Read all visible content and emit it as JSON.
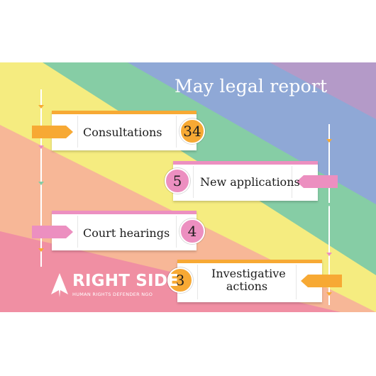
{
  "title": "May legal report",
  "colors": {
    "orange": "#f7a934",
    "pink": "#ec8fc0",
    "stripe_purple": "#b49ac8",
    "stripe_blue": "#8fa8d6",
    "stripe_green": "#86cda5",
    "stripe_yellow": "#f5ec80",
    "stripe_peach": "#f7b797",
    "stripe_rose": "#f08fa3"
  },
  "items": [
    {
      "label": "Consultations",
      "value": "34",
      "accent": "orange"
    },
    {
      "label": "New applications",
      "value": "5",
      "accent": "pink"
    },
    {
      "label": "Court hearings",
      "value": "4",
      "accent": "pink"
    },
    {
      "label": "Investigative actions",
      "value": "3",
      "accent": "orange"
    }
  ],
  "logo": {
    "name": "RIGHT SIDE",
    "tagline": "HUMAN RIGHTS DEFENDER NGO"
  }
}
